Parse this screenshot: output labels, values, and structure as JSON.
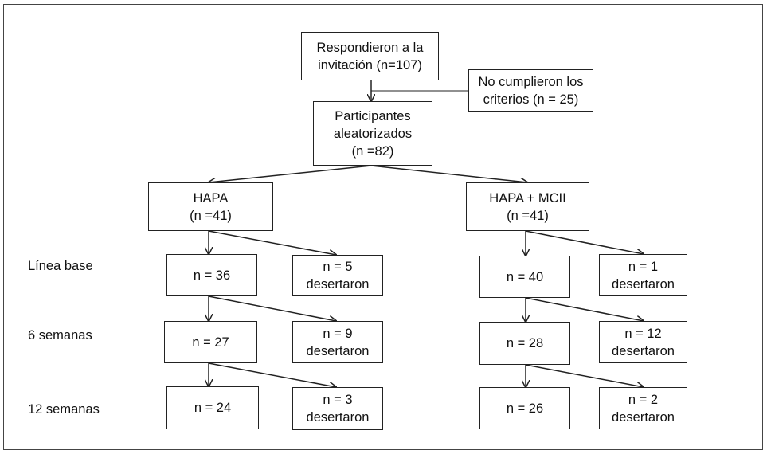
{
  "boxes": {
    "respondieron": "Respondieron a la\ninvitación (n=107)",
    "no_cumplieron": "No cumplieron los\ncriterios (n = 25)",
    "aleatorizados": "Participantes\naleatorizados\n(n =82)",
    "hapa": "HAPA\n(n =41)",
    "hapa_mcii": "HAPA + MCII\n(n =41)",
    "hapa_base": "n = 36",
    "hapa_base_drop": "n = 5\ndesertaron",
    "hapa_6": "n = 27",
    "hapa_6_drop": "n = 9\ndesertaron",
    "hapa_12": "n = 24",
    "hapa_12_drop": "n = 3\ndesertaron",
    "mcii_base": "n = 40",
    "mcii_base_drop": "n = 1\ndesertaron",
    "mcii_6": "n = 28",
    "mcii_6_drop": "n = 12\ndesertaron",
    "mcii_12": "n = 26",
    "mcii_12_drop": "n = 2\ndesertaron"
  },
  "row_labels": {
    "baseline": "Línea base",
    "six_weeks": "6 semanas",
    "twelve_weeks": "12 semanas"
  }
}
